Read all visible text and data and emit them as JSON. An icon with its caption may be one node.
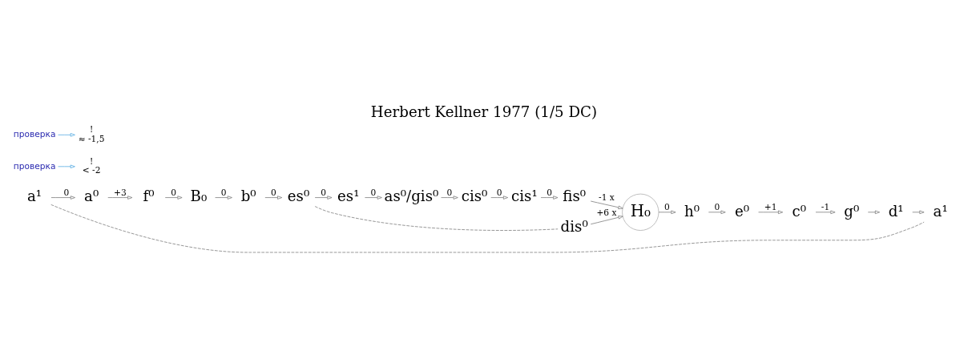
{
  "diagram": {
    "title": "Herbert Kellner 1977 (1/5 DC)",
    "nodes": [
      {
        "text": [
          "a¹"
        ]
      },
      {
        "text": [
          "a⁰"
        ]
      },
      {
        "text": [
          "f⁰"
        ]
      },
      {
        "text": [
          "B₀"
        ]
      },
      {
        "text": [
          "b⁰"
        ]
      },
      {
        "text": [
          "es¹"
        ]
      },
      {
        "text": [
          "es⁰"
        ]
      },
      {
        "text": [
          "as⁰/gis⁰"
        ]
      },
      {
        "text": [
          "cis¹"
        ]
      },
      {
        "text": [
          "cis⁰"
        ]
      },
      {
        "text": [
          "fis⁰"
        ]
      },
      {
        "text": [
          "dis⁰"
        ]
      },
      {
        "text": [
          "H₀"
        ]
      },
      {
        "text": [
          "h⁰"
        ]
      },
      {
        "text": [
          "e⁰"
        ]
      },
      {
        "text": [
          "c⁰"
        ]
      },
      {
        "text": [
          "g⁰"
        ]
      },
      {
        "text": [
          "проверка"
        ]
      },
      {
        "text": [
          "!",
          "< -2"
        ]
      },
      {
        "text": [
          "d¹"
        ]
      },
      {
        "text": [
          "проверка"
        ]
      },
      {
        "text": [
          "!",
          "≈ -1,5"
        ]
      },
      {
        "text": [
          "a¹"
        ]
      }
    ],
    "edges": [
      {
        "from": 0,
        "to": 22,
        "arrow": "none",
        "style": "dashed"
      },
      {
        "from": 0,
        "to": 1,
        "arrow": "to",
        "label": "0"
      },
      {
        "from": 1,
        "to": 2,
        "arrow": "to",
        "label": "+3"
      },
      {
        "from": 2,
        "to": 3,
        "arrow": "to",
        "label": "0"
      },
      {
        "from": 3,
        "to": 4,
        "arrow": "to",
        "label": "0"
      },
      {
        "from": 4,
        "to": 6,
        "arrow": "to",
        "label": "0"
      },
      {
        "from": 6,
        "to": 5,
        "arrow": "to",
        "label": "0"
      },
      {
        "from": 5,
        "to": 7,
        "arrow": "to",
        "label": "0"
      },
      {
        "from": 7,
        "to": 9,
        "arrow": "to",
        "label": "0"
      },
      {
        "from": 9,
        "to": 8,
        "arrow": "to",
        "label": "0"
      },
      {
        "from": 8,
        "to": 10,
        "arrow": "to",
        "label": "0"
      },
      {
        "from": 10,
        "to": 12,
        "arrow": "to",
        "label": "-1 x"
      },
      {
        "from": 11,
        "to": 12,
        "arrow": "to",
        "label": "+6 x"
      },
      {
        "from": 6,
        "to": 11,
        "arrow": "none",
        "style": "dashed"
      },
      {
        "from": 12,
        "to": 13,
        "arrow": "to",
        "label": "0"
      },
      {
        "from": 13,
        "to": 14,
        "arrow": "to",
        "label": "0"
      },
      {
        "from": 14,
        "to": 15,
        "arrow": "to",
        "label": "+1"
      },
      {
        "from": 15,
        "to": 16,
        "arrow": "to",
        "label": "-1"
      },
      {
        "from": 16,
        "to": 19,
        "arrow": "to"
      },
      {
        "from": 19,
        "to": 22,
        "arrow": "to"
      },
      {
        "from": 17,
        "to": 18,
        "arrow": "to",
        "color": "#4fa8e0"
      },
      {
        "from": 20,
        "to": 21,
        "arrow": "to",
        "color": "#4fa8e0"
      }
    ]
  }
}
